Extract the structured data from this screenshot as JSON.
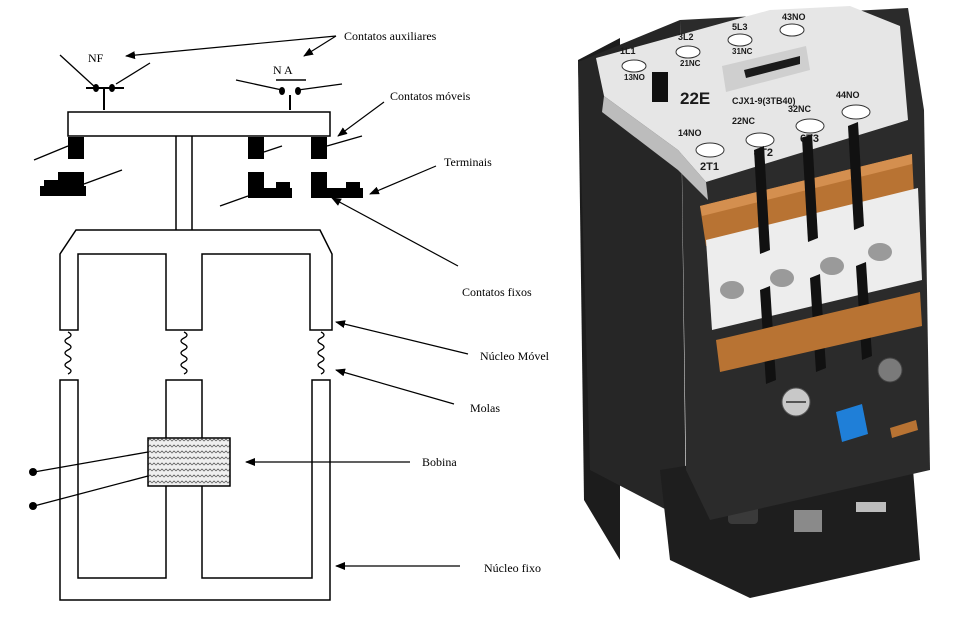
{
  "diagram": {
    "contact_nf": "NF",
    "contact_na": "N A",
    "labels": {
      "contatos_auxiliares": "Contatos auxiliares",
      "contatos_moveis": "Contatos móveis",
      "terminais": "Terminais",
      "contatos_fixos": "Contatos fixos",
      "nucleo_movel": "Núcleo Móvel",
      "molas": "Molas",
      "bobina": "Bobina",
      "nucleo_fixo": "Núcleo fixo"
    }
  },
  "photo": {
    "model": "CJX1-9(3TB40)",
    "front_number": "22E",
    "top_terminals": [
      "1L1",
      "3L2",
      "5L3",
      "43NO"
    ],
    "top_terminals_row2": [
      "13NO",
      "21NC",
      "31NC"
    ],
    "middle_terminals": [
      "14NO",
      "22NC",
      "32NC",
      "44NO"
    ],
    "bottom_terminals": [
      "2T1",
      "4T2",
      "6T3"
    ]
  },
  "colors": {
    "ink": "#000000",
    "contactor_body": "#2b2b2b",
    "terminal_plate": "#e6e6e6",
    "copper": "#b87333",
    "label_blue": "#1f7fd8"
  }
}
